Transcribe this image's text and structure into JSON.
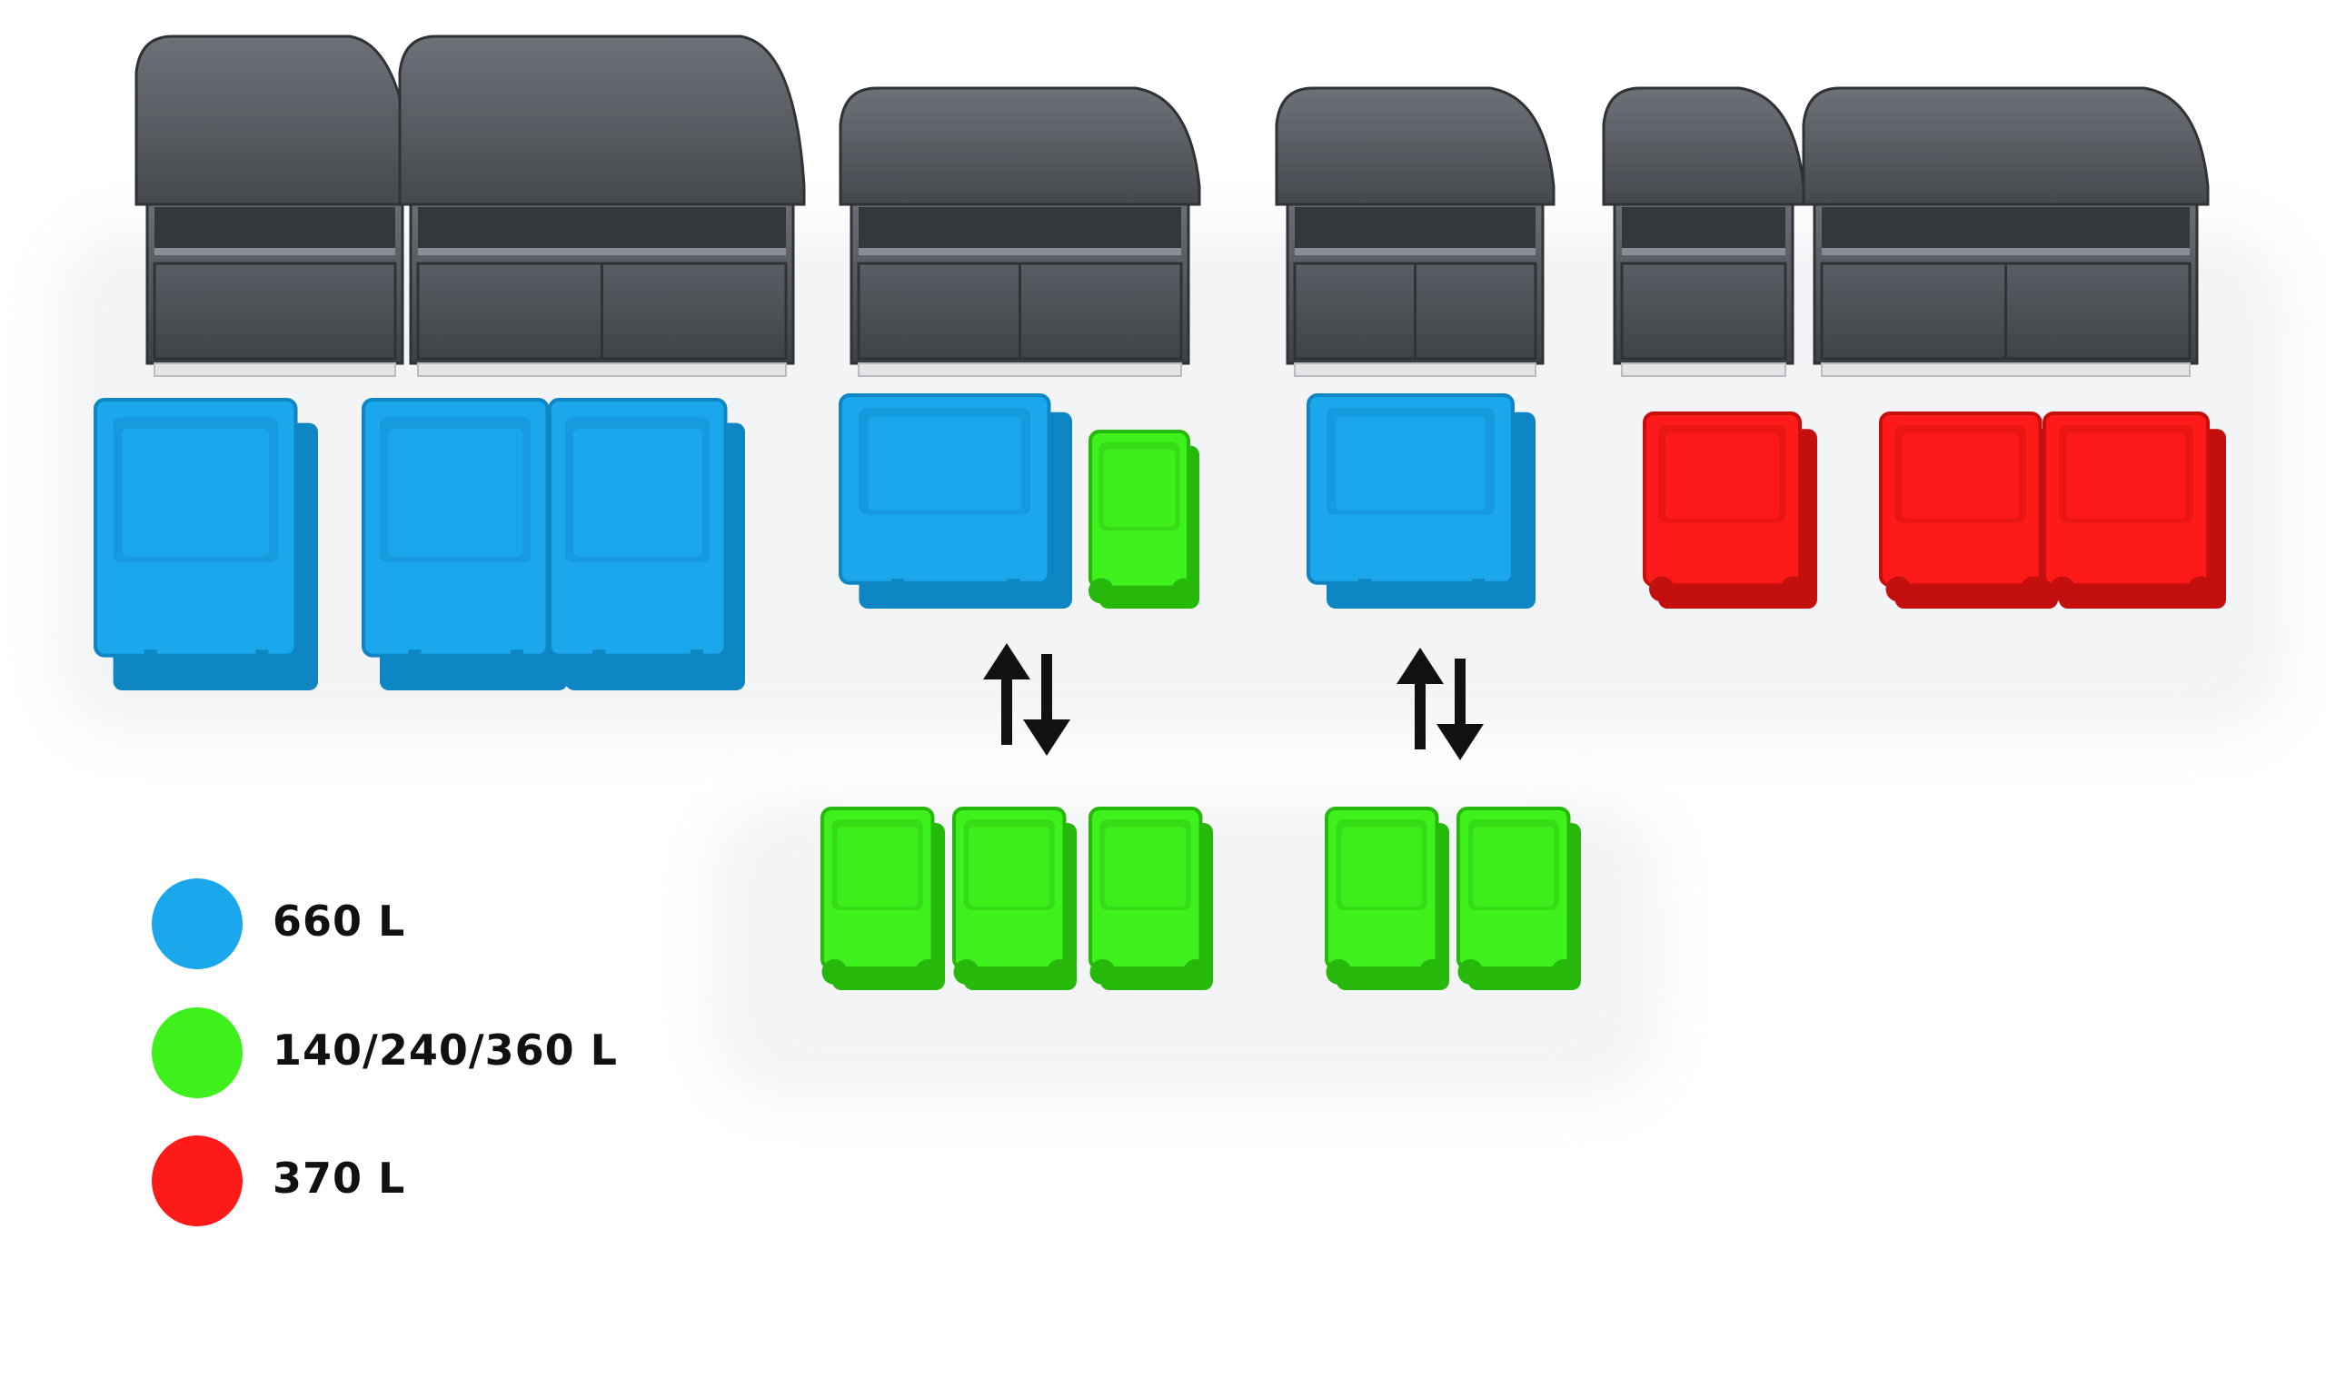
{
  "legend": [
    {
      "label": "660 L",
      "color": "#1aa7ec"
    },
    {
      "label": "140/240/360 L",
      "color": "#3ef01c"
    },
    {
      "label": "370 L",
      "color": "#ff1a1a"
    }
  ],
  "colors": {
    "housing_dark": "#4a4d52",
    "housing_mid": "#5c6066",
    "housing_light": "#7a7e84",
    "base_plate": "#e2e4e6",
    "blue_bin": "#1aa7ec",
    "blue_bin_dark": "#0f86c4",
    "green_bin": "#3ef01c",
    "green_bin_dark": "#27b80c",
    "red_bin": "#ff1a1a",
    "red_bin_dark": "#c40f0f",
    "arrow": "#111111"
  },
  "icons": [
    "swap-vertical-arrows-icon",
    "swap-vertical-arrows-icon"
  ]
}
